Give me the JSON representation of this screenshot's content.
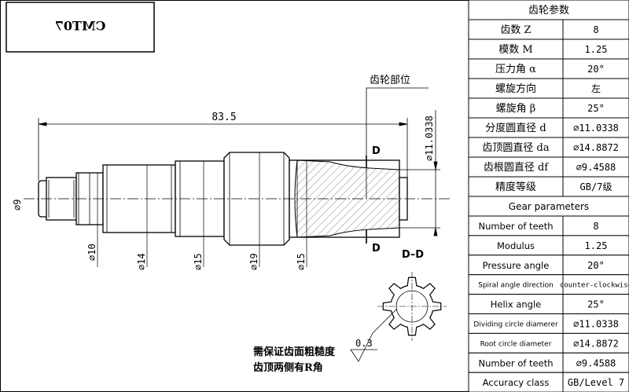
{
  "title_block": {
    "part_code": "CMT07"
  },
  "labels": {
    "gear_location": "齿轮部位",
    "section_mark_top": "D",
    "section_mark_bottom": "D",
    "section_title": "D–D",
    "roughness_value": "0.3",
    "note_line1": "需保证齿面粗糙度",
    "note_line2": "齿顶两侧有R角"
  },
  "dimensions": {
    "overall_length": "83.5",
    "gear_diameter": "⌀11.0338",
    "d1": "⌀9",
    "d2": "⌀10",
    "d3": "⌀14",
    "d4": "⌀15",
    "d5": "⌀19",
    "d6": "⌀15"
  },
  "table_cn": {
    "header": "齿轮参数",
    "rows": [
      {
        "label": "齿数 Z",
        "value": "8"
      },
      {
        "label": "模数 M",
        "value": "1.25"
      },
      {
        "label": "压力角 α",
        "value": "20°"
      },
      {
        "label": "螺旋方向",
        "value": "左"
      },
      {
        "label": "螺旋角 β",
        "value": "25°"
      },
      {
        "label": "分度圆直径 d",
        "value": "⌀11.0338"
      },
      {
        "label": "齿顶圆直径 da",
        "value": "⌀14.8872"
      },
      {
        "label": "齿根圆直径 df",
        "value": "⌀9.4588"
      },
      {
        "label": "精度等级",
        "value": "GB/7级"
      }
    ]
  },
  "table_en": {
    "header": "Gear parameters",
    "rows": [
      {
        "label": "Number of teeth",
        "value": "8"
      },
      {
        "label": "Modulus",
        "value": "1.25"
      },
      {
        "label": "Pressure angle",
        "value": "20°"
      },
      {
        "label": "Spiral angle direction",
        "value": "counter-clockwise"
      },
      {
        "label": "Helix angle",
        "value": "25°"
      },
      {
        "label": "Dividing circle diamerer",
        "value": "⌀11.0338"
      },
      {
        "label": "Root circle diameter",
        "value": "⌀14.8872"
      },
      {
        "label": "Number of teeth",
        "value": "⌀9.4588"
      },
      {
        "label": "Accuracy class",
        "value": "GB/Level 7"
      }
    ]
  }
}
